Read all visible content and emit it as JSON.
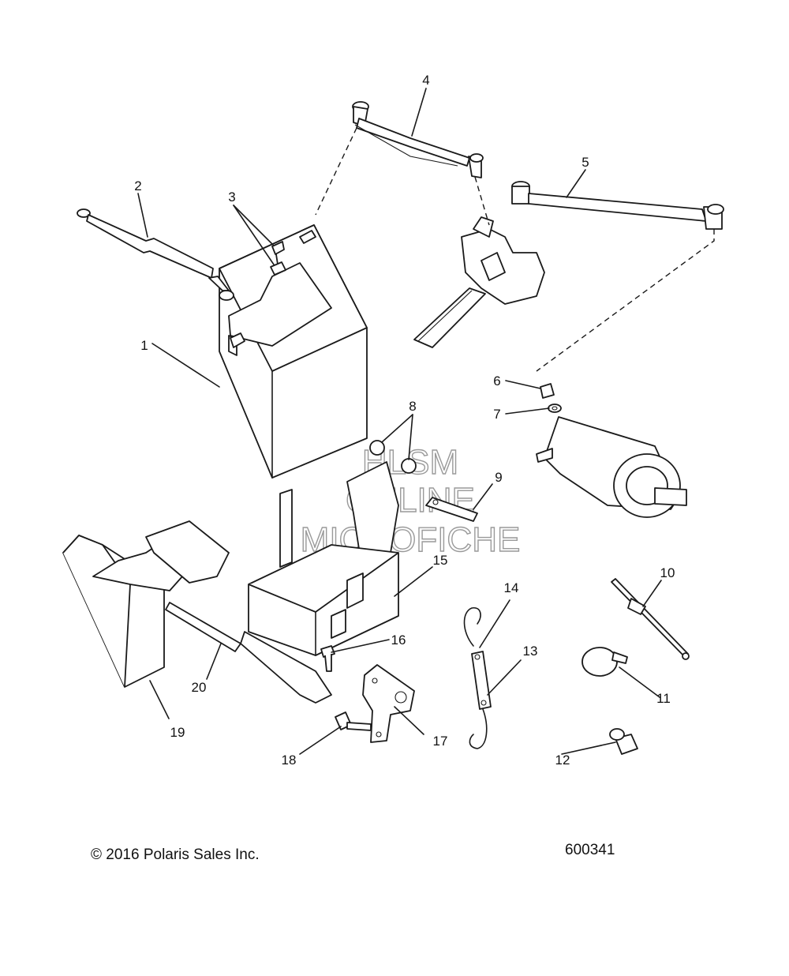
{
  "diagram": {
    "watermark": [
      "HLSM",
      "ONLINE",
      "MICROFICHE"
    ],
    "callouts": [
      "1",
      "2",
      "3",
      "4",
      "5",
      "6",
      "7",
      "8",
      "9",
      "10",
      "11",
      "12",
      "13",
      "14",
      "15",
      "16",
      "17",
      "18",
      "19",
      "20"
    ]
  },
  "footer": {
    "copyright": "© 2016 Polaris Sales Inc.",
    "figure_number": "600341"
  }
}
